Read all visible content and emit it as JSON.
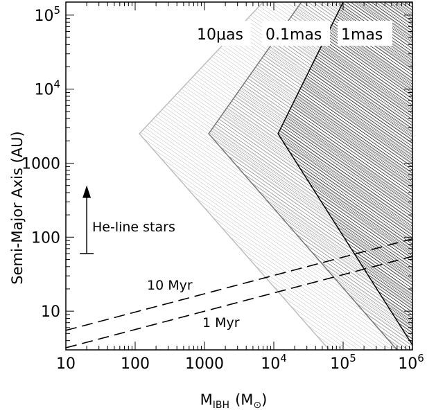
{
  "chart_data": {
    "type": "area",
    "xlabel": "M",
    "xlabel_sub": "IBH",
    "xlabel_unit_open": "(M",
    "xlabel_unit_sub": "⊙",
    "xlabel_unit_close": ")",
    "ylabel": "Semi-Major Axis (AU)",
    "x_scale": "log",
    "y_scale": "log",
    "xlim": [
      10,
      1000000
    ],
    "ylim": [
      3,
      150000
    ],
    "x_ticks": [
      {
        "value": 10,
        "label": "10"
      },
      {
        "value": 100,
        "label": "100"
      },
      {
        "value": 1000,
        "label": "1000"
      },
      {
        "value": 10000,
        "label": "10",
        "sup": "4"
      },
      {
        "value": 100000,
        "label": "10",
        "sup": "5"
      },
      {
        "value": 1000000,
        "label": "10",
        "sup": "6"
      }
    ],
    "y_ticks": [
      {
        "value": 10,
        "label": "10"
      },
      {
        "value": 100,
        "label": "100"
      },
      {
        "value": 1000,
        "label": "1000"
      },
      {
        "value": 10000,
        "label": "10",
        "sup": "4"
      },
      {
        "value": 100000,
        "label": "10",
        "sup": "5"
      }
    ],
    "regions": [
      {
        "name": "10μas",
        "tip": [
          115,
          2500
        ],
        "upper_end": [
          7000,
          150000
        ],
        "lower_end": [
          63000,
          3
        ],
        "color": "#bdbdbd",
        "hatch_spacing": 4.5
      },
      {
        "name": "0.1mas",
        "tip": [
          1150,
          2500
        ],
        "upper_end": [
          25000,
          150000
        ],
        "lower_end": [
          600000,
          3
        ],
        "color": "#777777",
        "hatch_spacing": 4
      },
      {
        "name": "1mas",
        "tip": [
          11500,
          2500
        ],
        "upper_end": [
          100000,
          150000
        ],
        "lower_end": [
          1000000,
          3.5
        ],
        "color": "#000000",
        "hatch_spacing": 3.5
      }
    ],
    "series": [
      {
        "name": "10 Myr",
        "x": [
          10,
          1000000
        ],
        "y": [
          5.5,
          95
        ],
        "style": "dashed"
      },
      {
        "name": "1 Myr",
        "x": [
          10,
          1000000
        ],
        "y": [
          3.2,
          55
        ],
        "style": "dashed"
      }
    ],
    "annotations": {
      "region_label_1": "10μas",
      "region_label_2": "0.1mas",
      "region_label_3": "1mas",
      "line_label_1": "10 Myr",
      "line_label_2": "1 Myr",
      "arrow_label": "He-line stars",
      "arrow_from_y": 60,
      "arrow_to_y": 500,
      "arrow_x": 20
    }
  }
}
